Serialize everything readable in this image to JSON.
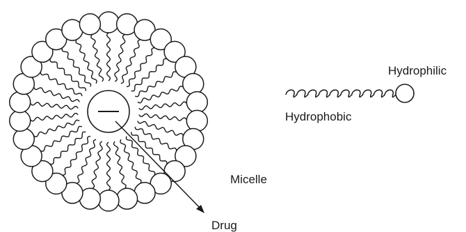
{
  "diagram": {
    "labels": {
      "hydrophilic": "Hydrophilic",
      "hydrophobic": "Hydrophobic",
      "micelle": "Micelle",
      "drug": "Drug"
    },
    "micelle_head_count": 30,
    "stroke_color": "#1a1a1a",
    "background_color": "#ffffff"
  }
}
